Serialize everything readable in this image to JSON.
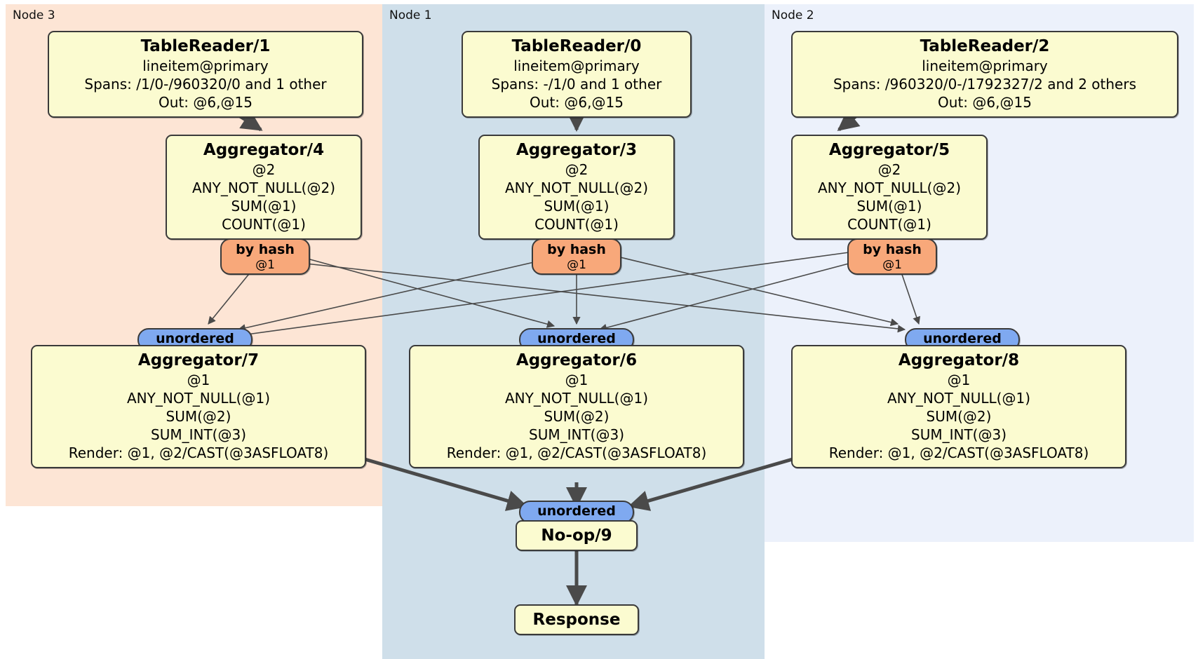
{
  "diagram": {
    "type": "distributed-query-plan",
    "node_groups": [
      {
        "id": "node3",
        "label": "Node 3",
        "color": "#fde5d5"
      },
      {
        "id": "node1",
        "label": "Node 1",
        "color": "#cfdfea"
      },
      {
        "id": "node2",
        "label": "Node 2",
        "color": "#ecf1fb"
      }
    ],
    "processors": {
      "tablereader1": {
        "title": "TableReader/1",
        "lines": [
          "lineitem@primary",
          "Spans: /1/0-/960320/0 and 1 other",
          "Out: @6,@15"
        ]
      },
      "tablereader0": {
        "title": "TableReader/0",
        "lines": [
          "lineitem@primary",
          "Spans: -/1/0 and 1 other",
          "Out: @6,@15"
        ]
      },
      "tablereader2": {
        "title": "TableReader/2",
        "lines": [
          "lineitem@primary",
          "Spans: /960320/0-/1792327/2 and 2 others",
          "Out: @6,@15"
        ]
      },
      "aggregator4": {
        "title": "Aggregator/4",
        "lines": [
          "@2",
          "ANY_NOT_NULL(@2)",
          "SUM(@1)",
          "COUNT(@1)"
        ]
      },
      "aggregator3": {
        "title": "Aggregator/3",
        "lines": [
          "@2",
          "ANY_NOT_NULL(@2)",
          "SUM(@1)",
          "COUNT(@1)"
        ]
      },
      "aggregator5": {
        "title": "Aggregator/5",
        "lines": [
          "@2",
          "ANY_NOT_NULL(@2)",
          "SUM(@1)",
          "COUNT(@1)"
        ]
      },
      "aggregator7": {
        "title": "Aggregator/7",
        "lines": [
          "@1",
          "ANY_NOT_NULL(@1)",
          "SUM(@2)",
          "SUM_INT(@3)",
          "Render: @1, @2/CAST(@3ASFLOAT8)"
        ]
      },
      "aggregator6": {
        "title": "Aggregator/6",
        "lines": [
          "@1",
          "ANY_NOT_NULL(@1)",
          "SUM(@2)",
          "SUM_INT(@3)",
          "Render: @1, @2/CAST(@3ASFLOAT8)"
        ]
      },
      "aggregator8": {
        "title": "Aggregator/8",
        "lines": [
          "@1",
          "ANY_NOT_NULL(@1)",
          "SUM(@2)",
          "SUM_INT(@3)",
          "Render: @1, @2/CAST(@3ASFLOAT8)"
        ]
      },
      "noop9": {
        "title": "No-op/9",
        "lines": []
      },
      "response": {
        "title": "Response",
        "lines": []
      }
    },
    "routers": {
      "hash4": {
        "label": "by hash",
        "detail": "@1"
      },
      "hash3": {
        "label": "by hash",
        "detail": "@1"
      },
      "hash5": {
        "label": "by hash",
        "detail": "@1"
      }
    },
    "synchronizers": {
      "unordered7": {
        "label": "unordered"
      },
      "unordered6": {
        "label": "unordered"
      },
      "unordered8": {
        "label": "unordered"
      },
      "unordered9": {
        "label": "unordered"
      }
    },
    "colors": {
      "processor_fill": "#fbfbd0",
      "router_fill": "#f8a87a",
      "synchronizer_fill": "#7fa9f0",
      "edge": "#4a4a4a",
      "border": "#3a3a3a"
    }
  }
}
